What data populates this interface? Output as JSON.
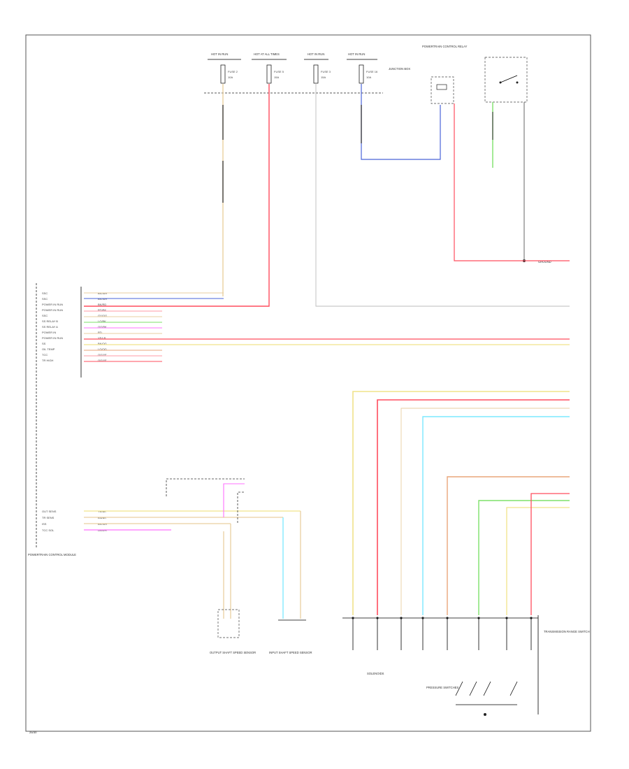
{
  "diagram_id": "25/30",
  "wire_colors": {
    "red": "#ff4d5e",
    "pink": "#ff9aa6",
    "yellow": "#f0e38a",
    "tan": "#e9cfa0",
    "blue": "#4a63d8",
    "green": "#7ee06a",
    "magenta": "#ff70ff",
    "cyan": "#7be8ff",
    "orange": "#e9a67a",
    "black": "#000000"
  },
  "fuses": [
    {
      "header": "HOT IN RUN",
      "name": "FUSE 2",
      "amps": "10A"
    },
    {
      "header": "HOT AT ALL TIMES",
      "name": "FUSE 5",
      "amps": "15A"
    },
    {
      "header": "HOT IN RUN",
      "name": "FUSE 3",
      "amps": "15A"
    },
    {
      "header": "HOT IN RUN",
      "name": "FUSE 16",
      "amps": "10A"
    }
  ],
  "junction_label": "JUNCTION BOX",
  "relay_label": "POWERTRAIN CONTROL RELAY",
  "ground_label": "GROUND",
  "pcm_label": "POWERTRAIN CONTROL MODULE",
  "pcm_pins": [
    "SSC",
    "SSC",
    "POWER IN RUN",
    "POWER IN RUN",
    "SSC",
    "SS RELAY B",
    "SS RELAY A",
    "POWER IN",
    "POWER IN RUN",
    "SS",
    "OIL TEMP",
    "TCC",
    "TR HIGH"
  ],
  "pcm_wires": [
    "BK/WH",
    "BK/WH",
    "BK/RD",
    "RD/BK",
    "GY/OG",
    "LG/BK",
    "OG/BK",
    "RD",
    "YE/LB",
    "BK/OG",
    "LG/OG",
    "OG/YE",
    "OG/YE"
  ],
  "lower_pins": [
    "OUT SENS",
    "TR SENS",
    "ISS",
    "TCC SOL"
  ],
  "lower_wires": [
    "YE/BK",
    "BN/BK",
    "BK/WH",
    "LB/WH"
  ],
  "solenoid_label": "SOLENOIDS",
  "trans_label": "TRANSMISSION RANGE SWITCH",
  "pressure_label": "PRESSURE SWITCHES",
  "sensor_label_1": "OUTPUT SHAFT SPEED SENSOR",
  "sensor_label_2": "INPUT SHAFT SPEED SENSOR"
}
